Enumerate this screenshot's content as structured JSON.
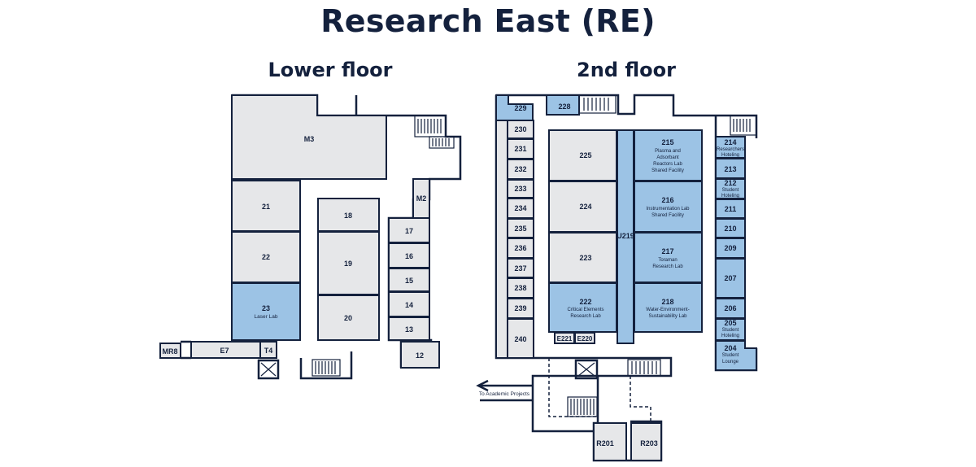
{
  "title": "Research East (RE)",
  "lower_floor": {
    "heading": "Lower floor",
    "rooms": {
      "m3": "M3",
      "r21": "21",
      "r22": "22",
      "r23": "23",
      "r23_name": "Laser Lab",
      "r18": "18",
      "r19": "19",
      "r20": "20",
      "m2": "M2",
      "r17": "17",
      "r16": "16",
      "r15": "15",
      "r14": "14",
      "r13": "13",
      "r12": "12",
      "mr8": "MR8",
      "e7": "E7",
      "t4": "T4"
    }
  },
  "second_floor": {
    "heading": "2nd floor",
    "rooms": {
      "r229": "229",
      "r228": "228",
      "r230": "230",
      "r231": "231",
      "r232": "232",
      "r233": "233",
      "r234": "234",
      "r235": "235",
      "r236": "236",
      "r237": "237",
      "r238": "238",
      "r239": "239",
      "r240": "240",
      "r225": "225",
      "r224": "224",
      "r223": "223",
      "r222": "222",
      "r222_name1": "Critical Elements",
      "r222_name2": "Research Lab",
      "e221": "E221",
      "e220": "E220",
      "u219": "U219",
      "r215": "215",
      "r215_name1": "Plasma and",
      "r215_name2": "Adsorbant",
      "r215_name3": "Reactors Lab",
      "r215_name4": "Shared Facility",
      "r216": "216",
      "r216_name1": "Instrumentation Lab",
      "r216_name2": "Shared Facility",
      "r217": "217",
      "r217_name1": "Toraman",
      "r217_name2": "Research Lab",
      "r218": "218",
      "r218_name1": "Water-Environment-",
      "r218_name2": "Sustainability Lab",
      "r214": "214",
      "r214_name1": "Researchers",
      "r214_name2": "Hoteling",
      "r213": "213",
      "r212": "212",
      "r212_name1": "Student",
      "r212_name2": "Hoteling",
      "r211": "211",
      "r210": "210",
      "r209": "209",
      "r207": "207",
      "r206": "206",
      "r205": "205",
      "r205_name1": "Student",
      "r205_name2": "Hoteling",
      "r204": "204",
      "r204_name1": "Student",
      "r204_name2": "Lounge",
      "r201": "R201",
      "r203": "R203"
    },
    "walkway_label": "To Academic Projects"
  },
  "colors": {
    "highlight": "#9cc3e5",
    "room": "#e6e7e9",
    "outline": "#14213d"
  }
}
